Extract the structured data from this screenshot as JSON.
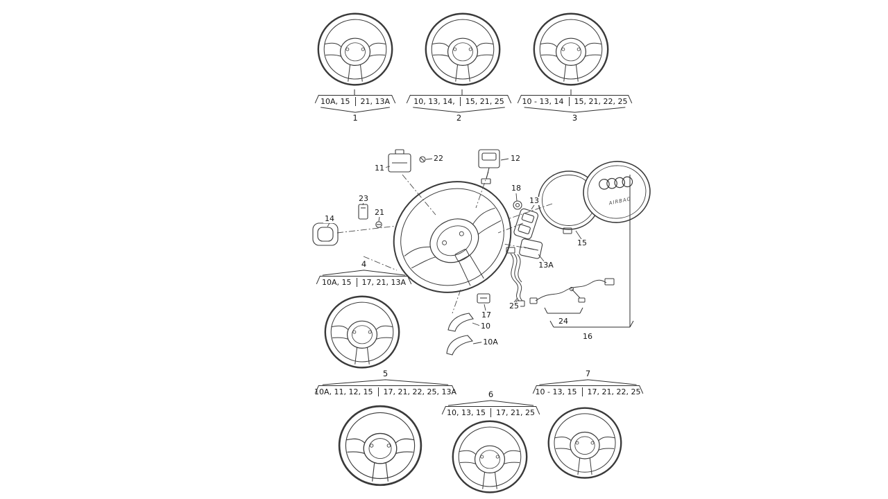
{
  "figure": {
    "kind": "exploded parts diagram",
    "subject": "steering wheels and airbag components",
    "line_color": "#3a3a3a"
  },
  "airbag": {
    "marking": "AIRBAG",
    "logo": "audi-rings"
  },
  "callouts": {
    "n10": "10",
    "n10a": "10A",
    "n11": "11",
    "n12": "12",
    "n13": "13",
    "n13a": "13A",
    "n14": "14",
    "n15": "15",
    "n16": "16",
    "n17": "17",
    "n18": "18",
    "n21": "21",
    "n22": "22",
    "n23": "23",
    "n24": "24",
    "n25": "25"
  },
  "wheel_groups": [
    {
      "num": "1",
      "left": "10A, 15",
      "right": "21, 13A"
    },
    {
      "num": "2",
      "left": "10, 13, 14,",
      "right": "15, 21, 25"
    },
    {
      "num": "3",
      "left": "10 - 13, 14",
      "right": "15, 21, 22, 25"
    },
    {
      "num": "4",
      "left": "10A, 15",
      "right": "17, 21, 13A"
    },
    {
      "num": "5",
      "left": "10A, 11, 12, 15",
      "right": "17, 21, 22, 25, 13A"
    },
    {
      "num": "6",
      "left": "10, 13, 15",
      "right": "17, 21, 25"
    },
    {
      "num": "7",
      "left": "10 - 13, 15",
      "right": "17, 21, 22, 25"
    }
  ]
}
